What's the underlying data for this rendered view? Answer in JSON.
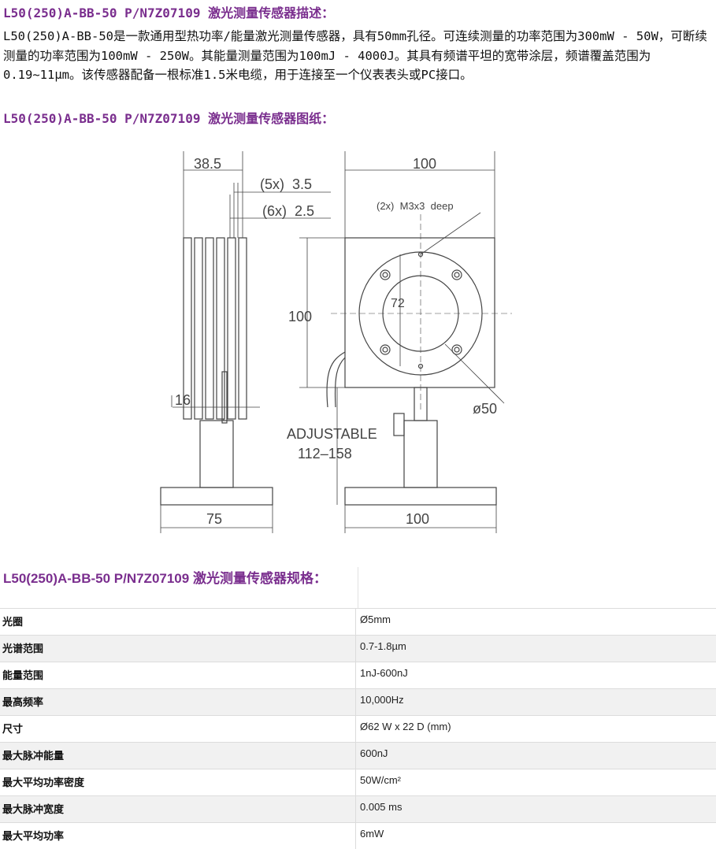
{
  "header": {
    "title1": "L50(250)A-BB-50 P/N7Z07109 激光测量传感器描述：",
    "description": "L50(250)A-BB-50是一款通用型热功率/能量激光测量传感器，具有50mm孔径。可连续测量的功率范围为300mW - 50W，可断续测量的功率范围为100mW - 250W。其能量测量范围为100mJ - 4000J。其具有频谱平坦的宽带涂层，频谱覆盖范围为0.19~11μm。该传感器配备一根标准1.5米电缆，用于连接至一个仪表表头或PC接口。",
    "title2": "L50(250)A-BB-50 P/N7Z07109 激光测量传感器图纸："
  },
  "drawing": {
    "dim_38_5": "38.5",
    "dim_5x": "(5x)  3.5",
    "dim_6x": "(6x)  2.5",
    "dim_top_100": "100",
    "dim_m3": "(2x)  M3x3  deep",
    "dim_left_100": "100",
    "dim_72": "72",
    "dim_16": "16",
    "dim_d50": "ø50",
    "adjustable": "ADJUSTABLE",
    "adjustable_range": "112–158",
    "dim_75": "75",
    "dim_bottom_100": "100"
  },
  "spec": {
    "title": "L50(250)A-BB-50 P/N7Z07109 激光测量传感器规格：",
    "rows": [
      {
        "label": "光圈",
        "value": "Ø5mm"
      },
      {
        "label": "光谱范围",
        "value": "0.7-1.8µm"
      },
      {
        "label": "能量范围",
        "value": "1nJ-600nJ"
      },
      {
        "label": "最高频率",
        "value": "10,000Hz"
      },
      {
        "label": "尺寸",
        "value": "Ø62 W x 22 D (mm)"
      },
      {
        "label": "最大脉冲能量",
        "value": "600nJ"
      },
      {
        "label": "最大平均功率密度",
        "value": "50W/cm²"
      },
      {
        "label": "最大脉冲宽度",
        "value": "0.005 ms"
      },
      {
        "label": "最大平均功率",
        "value": "6mW"
      }
    ]
  }
}
